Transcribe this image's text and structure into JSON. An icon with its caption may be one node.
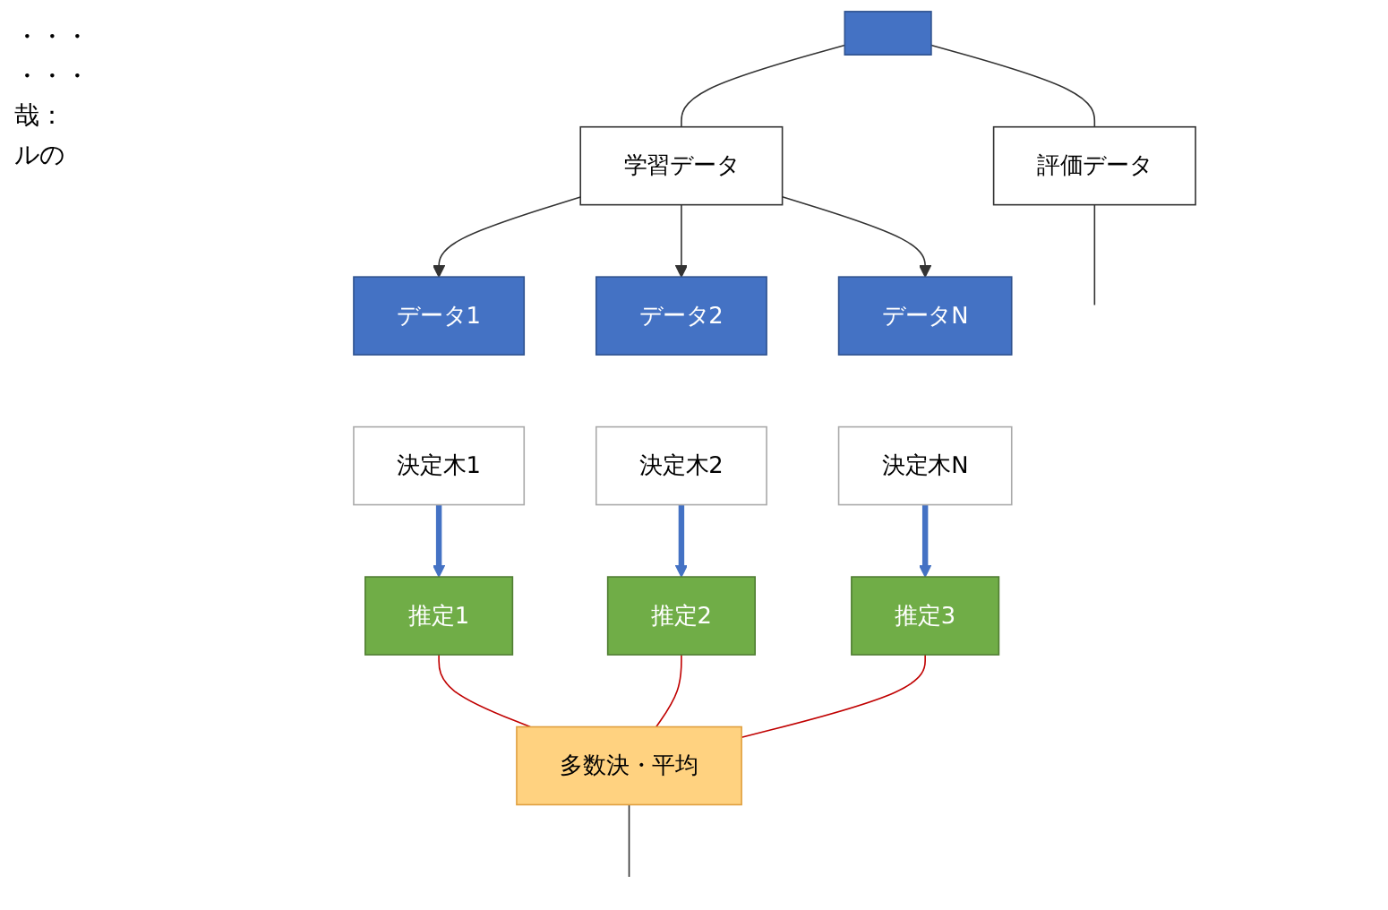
{
  "diagram": {
    "nodes": [
      {
        "text": [],
        "shape": "bar"
      },
      {
        "text": [
          "学習データ"
        ]
      },
      {
        "text": [
          "評価データ"
        ]
      },
      {
        "text": [
          "データ1"
        ]
      },
      {
        "text": [
          "データ2"
        ]
      },
      {
        "text": [
          "データN"
        ]
      },
      {
        "text": [
          "決定木1"
        ]
      },
      {
        "text": [
          "決定木2"
        ]
      },
      {
        "text": [
          "決定木N"
        ]
      },
      {
        "text": [
          "推定1"
        ]
      },
      {
        "text": [
          "推定2"
        ]
      },
      {
        "text": [
          "推定3"
        ]
      },
      {
        "text": [
          "多数決・平均"
        ]
      }
    ],
    "edges": [
      {
        "from": 0,
        "to": 1,
        "arrow": "none"
      },
      {
        "from": 0,
        "to": 2,
        "arrow": "none"
      },
      {
        "from": 1,
        "to": 3,
        "arrow": "to"
      },
      {
        "from": 1,
        "to": 4,
        "arrow": "to"
      },
      {
        "from": 1,
        "to": 5,
        "arrow": "to"
      },
      {
        "from": 6,
        "to": 9,
        "arrow": "to",
        "style": "thick",
        "color": "#4472c4"
      },
      {
        "from": 7,
        "to": 10,
        "arrow": "to",
        "style": "thick",
        "color": "#4472c4"
      },
      {
        "from": 8,
        "to": 11,
        "arrow": "to",
        "style": "thick",
        "color": "#4472c4"
      },
      {
        "from": 9,
        "to": 12,
        "arrow": "none",
        "color": "#c00000"
      },
      {
        "from": 10,
        "to": 12,
        "arrow": "none",
        "color": "#c00000"
      },
      {
        "from": 11,
        "to": 12,
        "arrow": "none",
        "color": "#c00000"
      },
      {
        "from": 12,
        "to": null,
        "arrow": "none"
      },
      {
        "from": 2,
        "to": null,
        "arrow": "none"
      }
    ],
    "labels": [
      "・・・",
      "・・・",
      "哉：",
      "ルの"
    ]
  }
}
